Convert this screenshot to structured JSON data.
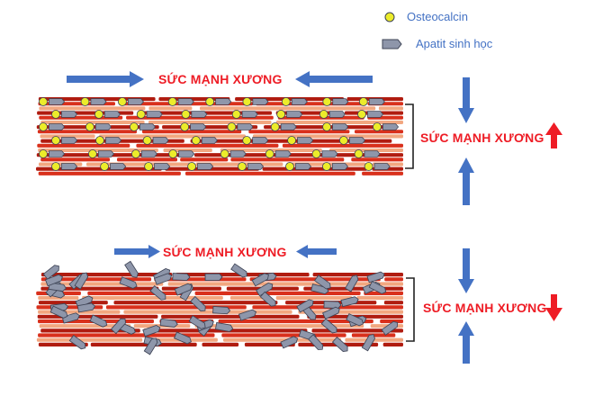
{
  "legend": {
    "osteocalcin": "Osteocalcin",
    "apatite": "Apatit sinh học"
  },
  "labels": {
    "top_horizontal": "SỨC MẠNH XƯƠNG",
    "top_side": "SỨC MẠNH XƯƠNG",
    "bottom_horizontal": "SỨC MẠNH XƯƠNG",
    "bottom_side": "SỨC MẠNH XƯƠNG"
  },
  "indicators": {
    "top_side": "increase",
    "bottom_side": "decrease"
  },
  "colors": {
    "arrow_blue": "#4472c4",
    "indicator_red": "#ee1c25",
    "fiber_dark": "#b01c10",
    "fiber_mid": "#d9301c",
    "fiber_light": "#f2a780",
    "osteocalcin": "#ecec2a",
    "apatite_fill": "#8e96aa",
    "apatite_stroke": "#3e4456"
  }
}
